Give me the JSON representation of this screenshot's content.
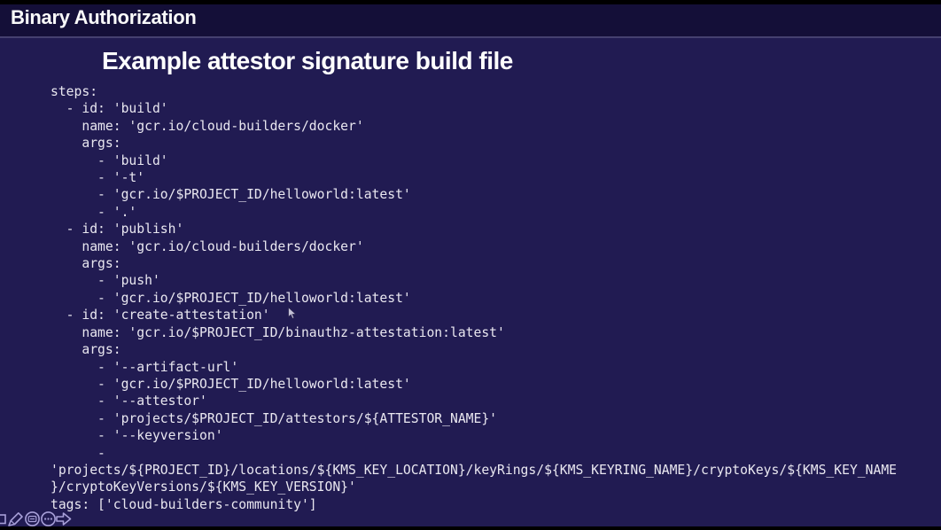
{
  "header": {
    "title": "Binary Authorization"
  },
  "slide": {
    "heading": "Example attestor signature build file",
    "code_lines": [
      "steps:",
      "  - id: 'build'",
      "    name: 'gcr.io/cloud-builders/docker'",
      "    args:",
      "      - 'build'",
      "      - '-t'",
      "      - 'gcr.io/$PROJECT_ID/helloworld:latest'",
      "      - '.'",
      "  - id: 'publish'",
      "    name: 'gcr.io/cloud-builders/docker'",
      "    args:",
      "      - 'push'",
      "      - 'gcr.io/$PROJECT_ID/helloworld:latest'",
      "  - id: 'create-attestation'",
      "    name: 'gcr.io/$PROJECT_ID/binauthz-attestation:latest'",
      "    args:",
      "      - '--artifact-url'",
      "      - 'gcr.io/$PROJECT_ID/helloworld:latest'",
      "      - '--attestor'",
      "      - 'projects/$PROJECT_ID/attestors/${ATTESTOR_NAME}'",
      "      - '--keyversion'",
      "      -",
      "'projects/${PROJECT_ID}/locations/${KMS_KEY_LOCATION}/keyRings/${KMS_KEYRING_NAME}/cryptoKeys/${KMS_KEY_NAME",
      "}/cryptoKeyVersions/${KMS_KEY_VERSION}'",
      "tags: ['cloud-builders-community']"
    ]
  },
  "annotation_toolbar": {
    "icons": [
      "square-icon",
      "pencil-icon",
      "keyboard-icon",
      "ellipsis-icon",
      "arrow-right-icon"
    ]
  },
  "colors": {
    "background": "#211b52",
    "header_background": "#140f38",
    "divider": "#45406f",
    "text": "#f5f4fa",
    "icon": "#a79fd8"
  }
}
